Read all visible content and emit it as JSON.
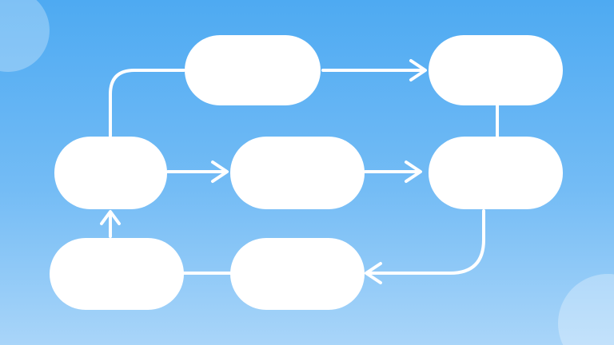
{
  "colors": {
    "background_top": "#4eaaf2",
    "background_bottom": "#a9d5f9",
    "node_fill": "#ffffff",
    "connector": "#ffffff",
    "decor_circle": "#ffffff"
  },
  "diagram": {
    "type": "flowchart",
    "nodes": [
      "n1",
      "n2",
      "n3",
      "n4",
      "n5",
      "n6",
      "n7"
    ],
    "edges": [
      {
        "from": "n3",
        "to": "n1",
        "arrow": false
      },
      {
        "from": "n1",
        "to": "n2",
        "arrow": true
      },
      {
        "from": "n2",
        "to": "n5",
        "arrow": false
      },
      {
        "from": "n3",
        "to": "n4",
        "arrow": true
      },
      {
        "from": "n4",
        "to": "n5",
        "arrow": true
      },
      {
        "from": "n5",
        "to": "n7",
        "arrow": true
      },
      {
        "from": "n7",
        "to": "n6",
        "arrow": false
      },
      {
        "from": "n6",
        "to": "n3",
        "arrow": true
      }
    ]
  }
}
